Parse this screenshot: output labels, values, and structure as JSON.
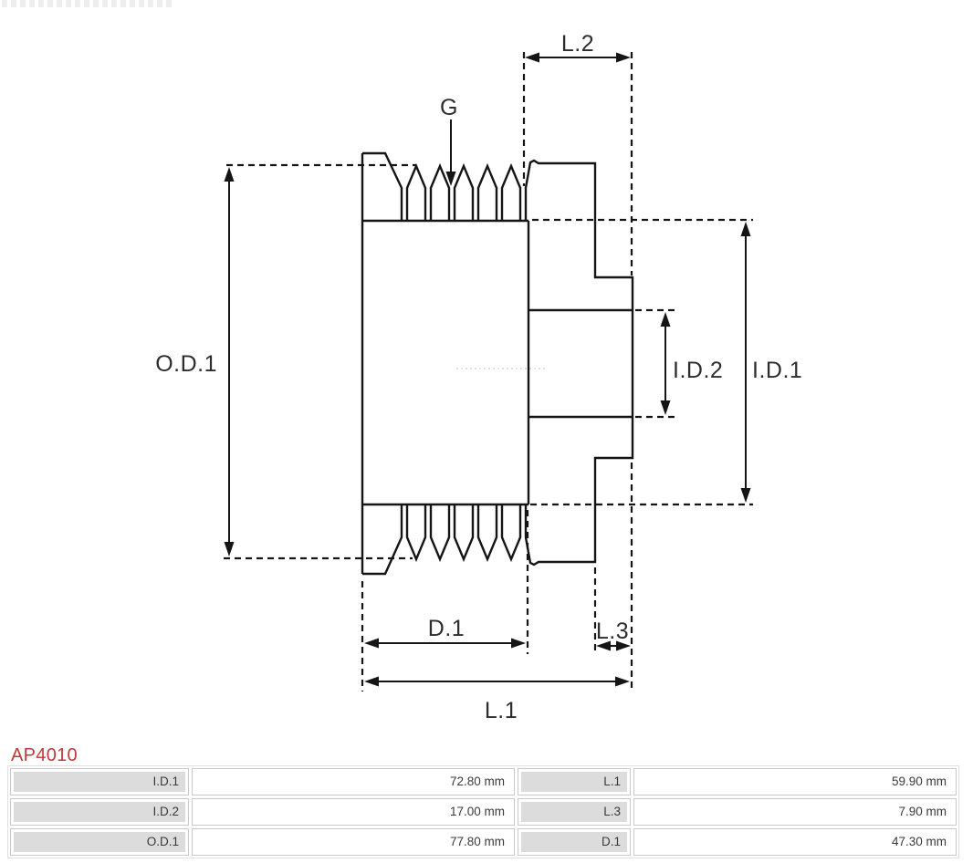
{
  "colors": {
    "drawing_line": "#151515",
    "dimension_label_text": "#2d2d2d",
    "centerline": "#cccccc",
    "part_number_red": "#c0393a",
    "table_label_background": "#dcdcdc",
    "table_border": "#c9c9c9"
  },
  "drawing": {
    "type": "pulley-cross-section-technical-drawing",
    "dimension_labels": {
      "od1": "O.D.1",
      "l2": "L.2",
      "g": "G",
      "id2": "I.D.2",
      "id1": "I.D.1",
      "d1": "D.1",
      "l3": "L.3",
      "l1": "L.1"
    }
  },
  "part_number": "AP4010",
  "spec_table": {
    "rows": [
      {
        "label_left": "I.D.1",
        "value_left": "72.80 mm",
        "label_right": "L.1",
        "value_right": "59.90 mm"
      },
      {
        "label_left": "I.D.2",
        "value_left": "17.00 mm",
        "label_right": "L.3",
        "value_right": "7.90 mm"
      },
      {
        "label_left": "O.D.1",
        "value_left": "77.80 mm",
        "label_right": "D.1",
        "value_right": "47.30 mm"
      }
    ]
  }
}
